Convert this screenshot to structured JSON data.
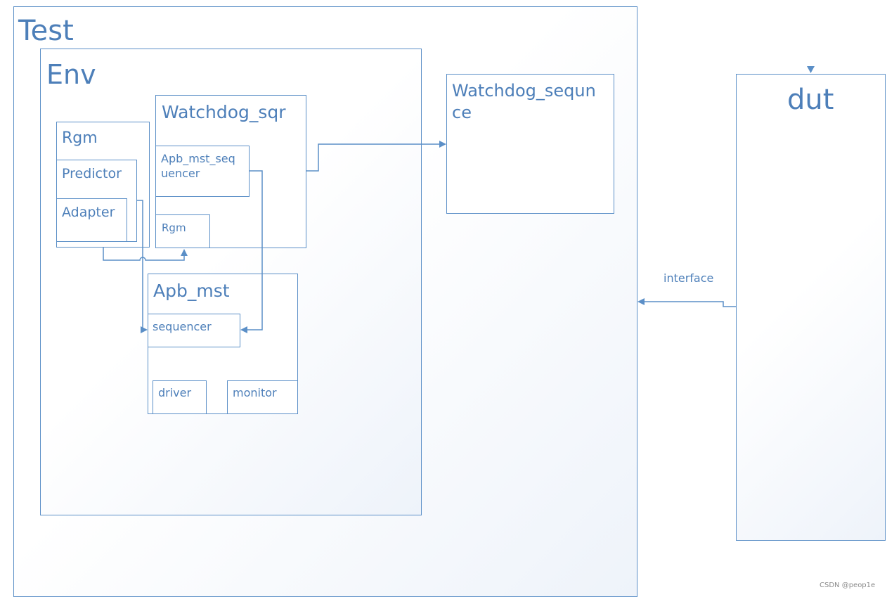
{
  "diagram": {
    "test": {
      "label": "Test"
    },
    "env": {
      "label": "Env"
    },
    "rgm_outer": {
      "label": "Rgm"
    },
    "predictor": {
      "label": "Predictor"
    },
    "adapter": {
      "label": "Adapter"
    },
    "watchdog_sqr": {
      "label": "Watchdog_sqr"
    },
    "apb_mst_sequencer": {
      "label": "Apb_mst_seq\nuencer"
    },
    "rgm_inner": {
      "label": "Rgm"
    },
    "apb_mst": {
      "label": "Apb_mst"
    },
    "sequencer": {
      "label": "sequencer"
    },
    "driver": {
      "label": "driver"
    },
    "monitor": {
      "label": "monitor"
    },
    "watchdog_sequence": {
      "label": "Watchdog_sequn\nce"
    },
    "dut": {
      "label": "dut"
    },
    "interface": {
      "label": "interface"
    }
  },
  "watermark": "CSDN @peop1e",
  "colors": {
    "border": "#5b8fc7",
    "text": "#4d7fb9",
    "arrow": "#5b8fc7",
    "gradient_end": "#eef3fa"
  }
}
